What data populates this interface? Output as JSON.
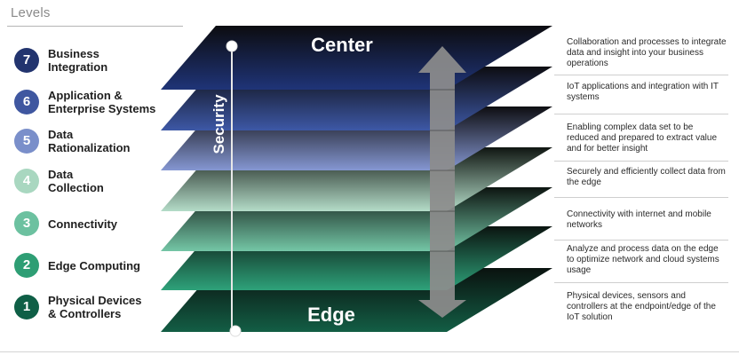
{
  "header": {
    "title": "Levels"
  },
  "levels": [
    {
      "number": "7",
      "name": "Business\nIntegration",
      "color": "#22346e"
    },
    {
      "number": "6",
      "name": "Application &\nEnterprise Systems",
      "color": "#3f57a0"
    },
    {
      "number": "5",
      "name": "Data\nRationalization",
      "color": "#7a8fca"
    },
    {
      "number": "4",
      "name": "Data\nCollection",
      "color": "#a9d7c0"
    },
    {
      "number": "3",
      "name": "Connectivity",
      "color": "#6cc1a0"
    },
    {
      "number": "2",
      "name": "Edge Computing",
      "color": "#2e9e74"
    },
    {
      "number": "1",
      "name": "Physical Devices\n& Controllers",
      "color": "#0f5f46"
    }
  ],
  "stack": {
    "top_label": "Center",
    "bottom_label": "Edge",
    "side_label": "Security"
  },
  "descriptions": [
    "Collaboration and processes to integrate data and insight into your business operations",
    "IoT applications and integration with IT systems",
    "Enabling complex data set to be reduced and prepared to extract value and for better insight",
    "Securely and efficiently collect data from the edge",
    "Connectivity with internet and mobile networks",
    "Analyze and process data on the edge to optimize network and cloud systems usage",
    "Physical devices, sensors and controllers at the endpoint/edge of the IoT solution"
  ]
}
